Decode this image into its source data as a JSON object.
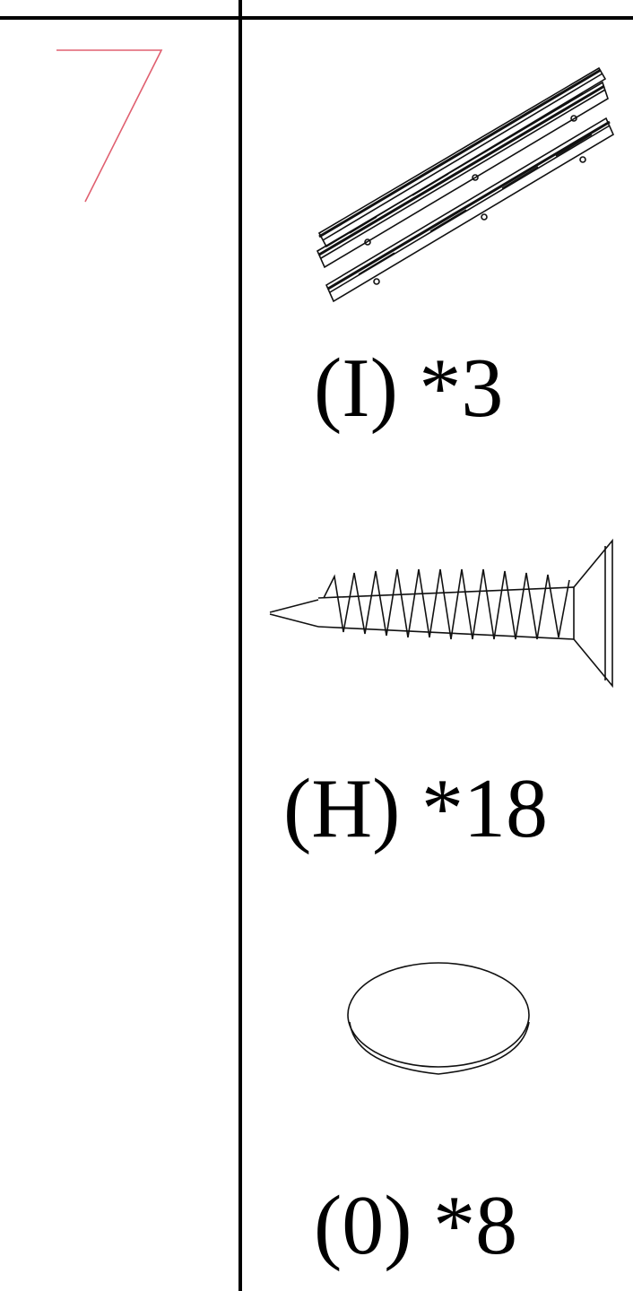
{
  "step": {
    "number": "7",
    "color": "#e06070"
  },
  "parts": [
    {
      "id": "rail",
      "icon": "drawer-slide-icon",
      "label": "(I)",
      "qty": "*3"
    },
    {
      "id": "screw",
      "icon": "screw-icon",
      "label": "(H)",
      "qty": "*18"
    },
    {
      "id": "cap",
      "icon": "screw-cap-icon",
      "label": "(0)",
      "qty": "*8"
    }
  ]
}
